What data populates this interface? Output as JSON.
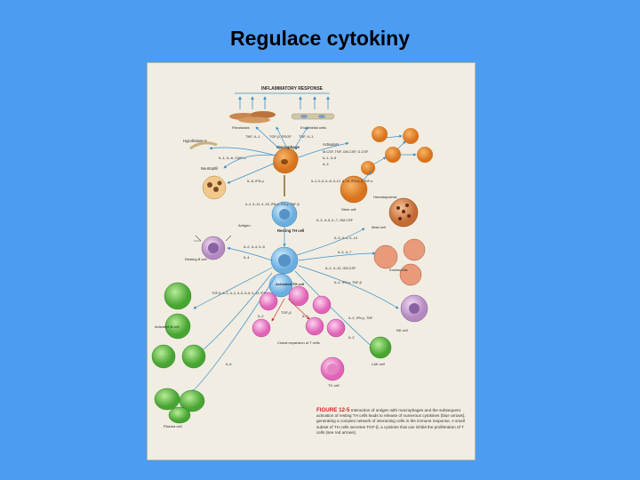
{
  "slide": {
    "title": "Regulace cytokiny"
  },
  "figure": {
    "header": "INFLAMMATORY RESPONSE",
    "labels": {
      "fibroblasts": "Fibroblasts",
      "endothelial": "Endothelial cells",
      "hypothalamus": "Hypothalamus",
      "neutrophil": "Neutrophil",
      "macrophage": "Macrophage",
      "activators": "Activators",
      "hematopoiesis": "Hematopoiesis",
      "stem_cell": "Stem cell",
      "mast_cell": "Mast cell",
      "eosinophils": "Eosinophils",
      "resting_b": "Resting B cell",
      "activated_b": "Activated B cell",
      "resting_th": "Resting TH cell",
      "activated_th": "Activated TH cell",
      "clonal": "Clonal expansion of T cells",
      "nk": "NK cell",
      "lak": "LAK cell",
      "tc": "TC cell",
      "plasma": "Plasma cell",
      "antigen": "Antigen"
    },
    "cytokines": {
      "tnf_il1": "TNF, IL-1",
      "tgfb_pdgf": "TGF-β, PDGF",
      "tnf_il1b": "TNF, IL-1",
      "mcsf": "M-CSF, TNF, GM-CSF, G-CSF",
      "il1_il6": "IL-1, IL-6",
      "il3": "IL-3",
      "il1_il6_cmf": "IL-1, IL-6, CMF-α",
      "il8": "IL-8, IFN-γ",
      "il1_8": "IL-1, IL-6, IL-8, IL-12, IL-15, IFN-α, β TNF-α",
      "il2_12": "IL-2, IL-12, IL-15, IFN-α, IFN-γ, TNF-β",
      "il3_gm": "IL-3, IL-6, IL-7, GM-CSF",
      "il3_il4_il10": "IL-3, IL-4, IL-10",
      "il5_il7": "IL-5, IL-7",
      "il2_il4": "IL-2, IL-4, IL-5",
      "il4": "IL-4",
      "il2_il12": "IL-2, IL-12, GM-CSF",
      "il2_ifn": "IL-2, IFN-γ, TNF-β",
      "tgf_il2": "TGF-β, IL-2, IL-4, IL-5, IL-6, IL-13, IFN-γ",
      "il2": "IL-2",
      "tgfb": "TGF-β",
      "il2b": "IL-2",
      "il6": "IL-6",
      "il2_ifn_tnf": "IL-2, IFN-γ, TNF",
      "il2c": "IL-2"
    },
    "caption": {
      "heading": "FIGURE 12-5",
      "body": "Interaction of antigen with macrophages and the subsequent activation of resting TH cells leads to release of numerous cytokines (blue arrows), generating a complex network of interacting cells in the immune response. A small subset of TH cells secretes TGF-β, a cytokine that can inhibit the proliferation of T cells (see red arrows)."
    }
  }
}
